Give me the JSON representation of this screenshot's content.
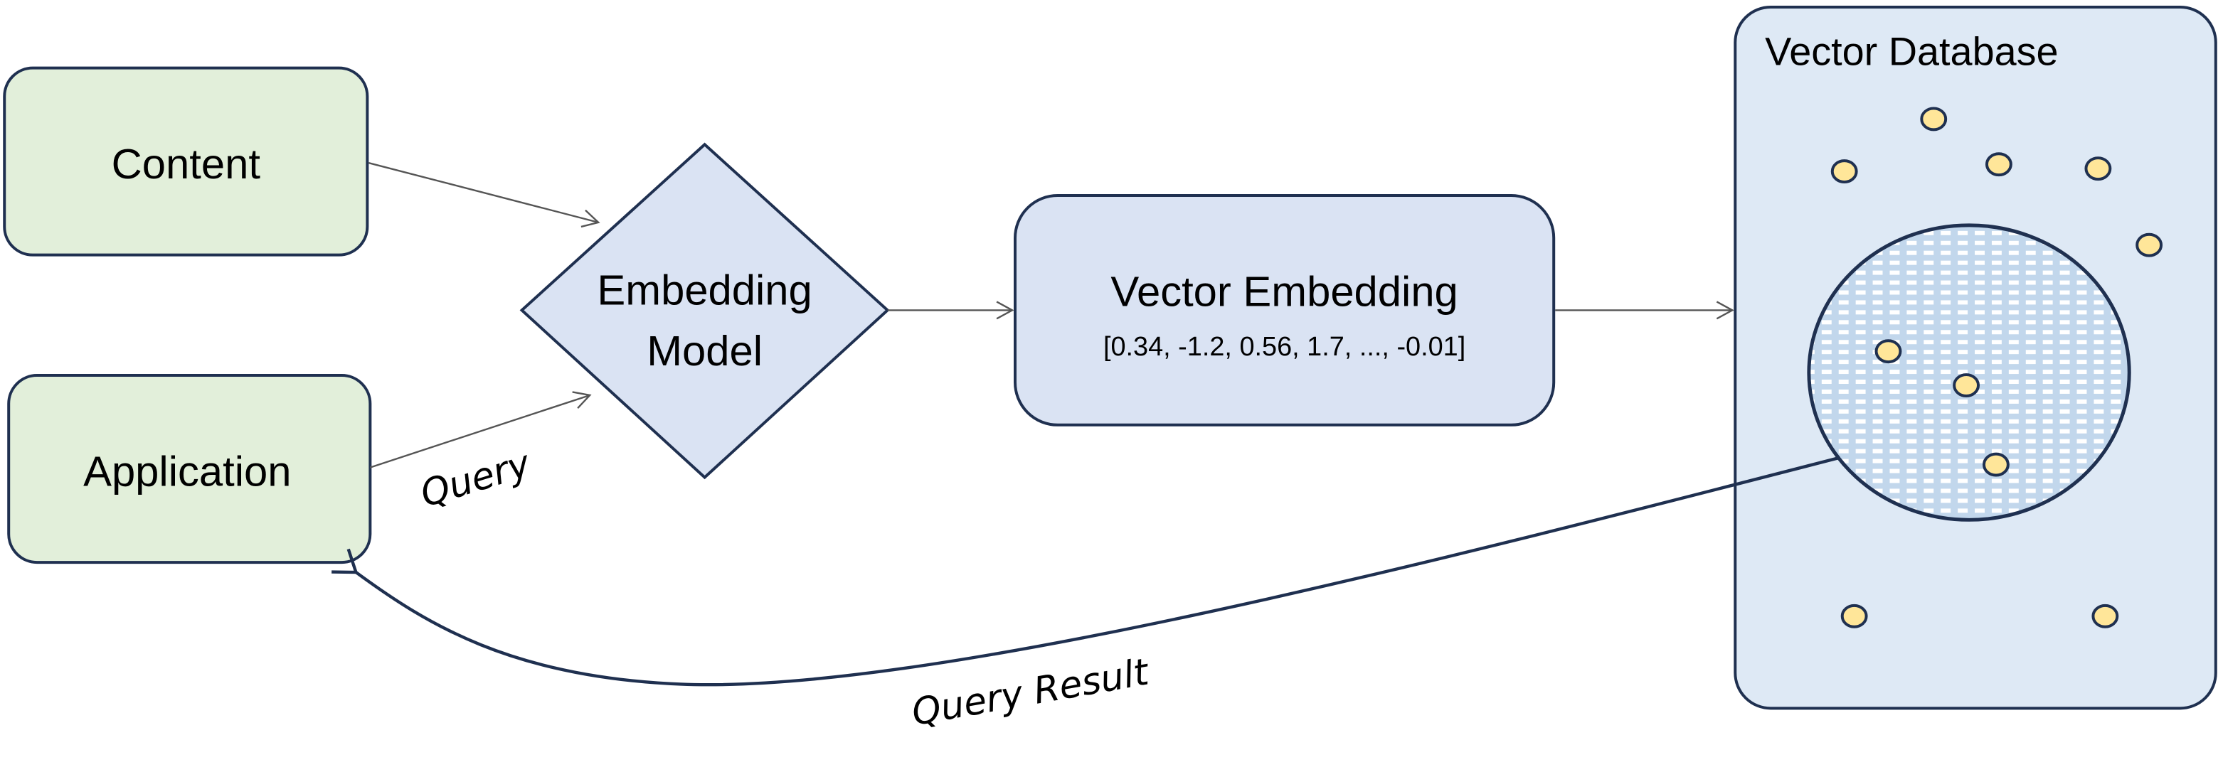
{
  "nodes": {
    "content": "Content",
    "application": "Application",
    "embedding_model_line1": "Embedding",
    "embedding_model_line2": "Model",
    "vector_embedding_title": "Vector Embedding",
    "vector_embedding_values": "[0.34, -1.2, 0.56, 1.7, ..., -0.01]",
    "vector_database": "Vector Database"
  },
  "edges": {
    "query": "Query",
    "query_result": "Query Result"
  },
  "colors": {
    "source_fill": "#e2efda",
    "model_fill": "#dae3f3",
    "db_fill": "#dee9f5",
    "outline": "#1f3050",
    "point_fill": "#ffe699",
    "cluster_fill": "#c2d7ec"
  }
}
